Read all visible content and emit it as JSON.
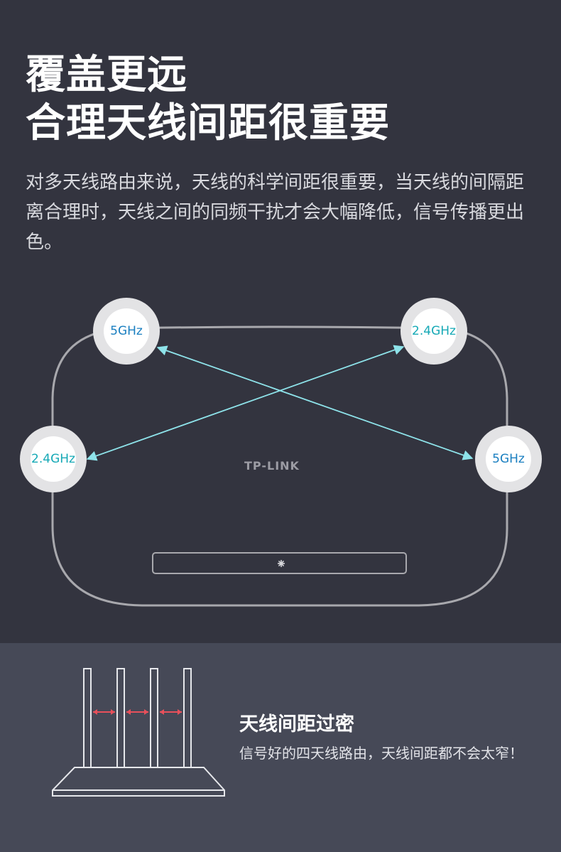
{
  "headline": {
    "line1": "覆盖更远",
    "line2": "合理天线间距很重要"
  },
  "description": "对多天线路由来说，天线的科学间距很重要，当天线的间隔距离合理时，天线之间的同频干扰才会大幅降低，信号传播更出色。",
  "router": {
    "brand": "TP-LINK",
    "antennas": [
      {
        "label": "5GHz",
        "color": "#1a7fc0"
      },
      {
        "label": "2.4GHz",
        "color": "#16a9b6"
      },
      {
        "label": "2.4GHz",
        "color": "#16a9b6"
      },
      {
        "label": "5GHz",
        "color": "#1a7fc0"
      }
    ],
    "arrow_color": "#8ee3ea"
  },
  "bottom": {
    "title": "天线间距过密",
    "text": "信号好的四天线路由，天线间距都不会太窄！",
    "arrow_color": "#e8505b"
  }
}
